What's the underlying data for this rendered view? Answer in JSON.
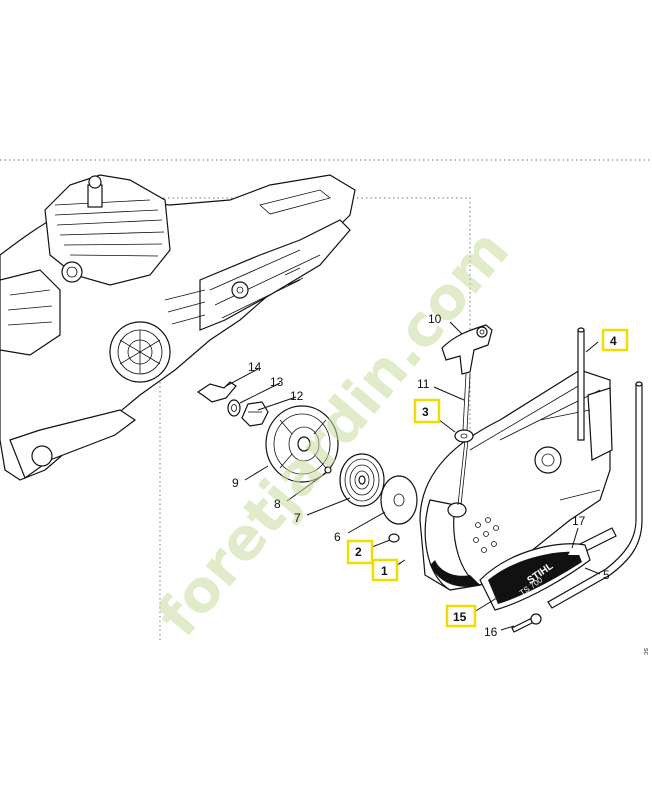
{
  "labels": [
    {
      "id": "1",
      "text": "1",
      "highlighted": true
    },
    {
      "id": "2",
      "text": "2",
      "highlighted": true
    },
    {
      "id": "3",
      "text": "3",
      "highlighted": true
    },
    {
      "id": "4",
      "text": "4",
      "highlighted": true
    },
    {
      "id": "5",
      "text": "5",
      "highlighted": false
    },
    {
      "id": "6",
      "text": "6",
      "highlighted": false
    },
    {
      "id": "7",
      "text": "7",
      "highlighted": false
    },
    {
      "id": "8",
      "text": "8",
      "highlighted": false
    },
    {
      "id": "9",
      "text": "9",
      "highlighted": false
    },
    {
      "id": "10",
      "text": "10",
      "highlighted": false
    },
    {
      "id": "11",
      "text": "11",
      "highlighted": false
    },
    {
      "id": "12",
      "text": "12",
      "highlighted": false
    },
    {
      "id": "13",
      "text": "13",
      "highlighted": false
    },
    {
      "id": "14",
      "text": "14",
      "highlighted": false
    },
    {
      "id": "15",
      "text": "15",
      "highlighted": true
    },
    {
      "id": "16",
      "text": "16",
      "highlighted": false
    },
    {
      "id": "17",
      "text": "17",
      "highlighted": false
    }
  ],
  "cover_brand": "STIHL",
  "cover_model": "TS 700",
  "watermark": "foretjardin.com",
  "side_code": "sc",
  "colors": {
    "highlight": "#f0dc00",
    "line": "#111111",
    "watermark": "#c8dca0"
  }
}
